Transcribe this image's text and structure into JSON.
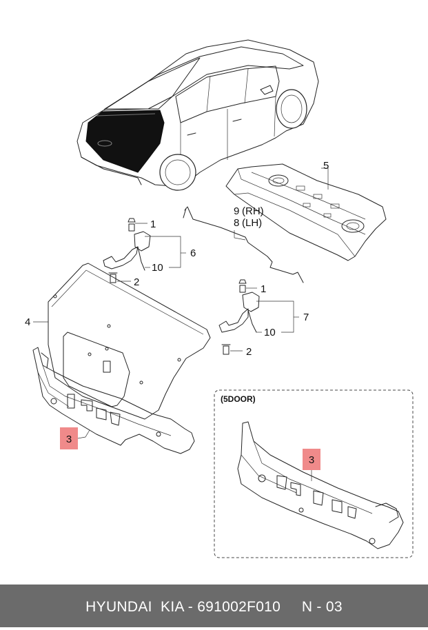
{
  "diagram": {
    "labels": {
      "p1a": "1",
      "p1b": "1",
      "p2a": "2",
      "p2b": "2",
      "p3a": "3",
      "p3b": "3",
      "p4": "4",
      "p5": "5",
      "p6": "6",
      "p7": "7",
      "p8": "8",
      "p8_side": "(LH)",
      "p9": "9",
      "p9_side": "(RH)",
      "p10a": "10",
      "p10b": "10"
    },
    "inset_title": "(5DOOR)",
    "highlight_color": "#f08a8a"
  },
  "footer": {
    "text": "HYUNDAI  KIA - 691002F010     N - 03",
    "background": "#6b6b6b"
  }
}
